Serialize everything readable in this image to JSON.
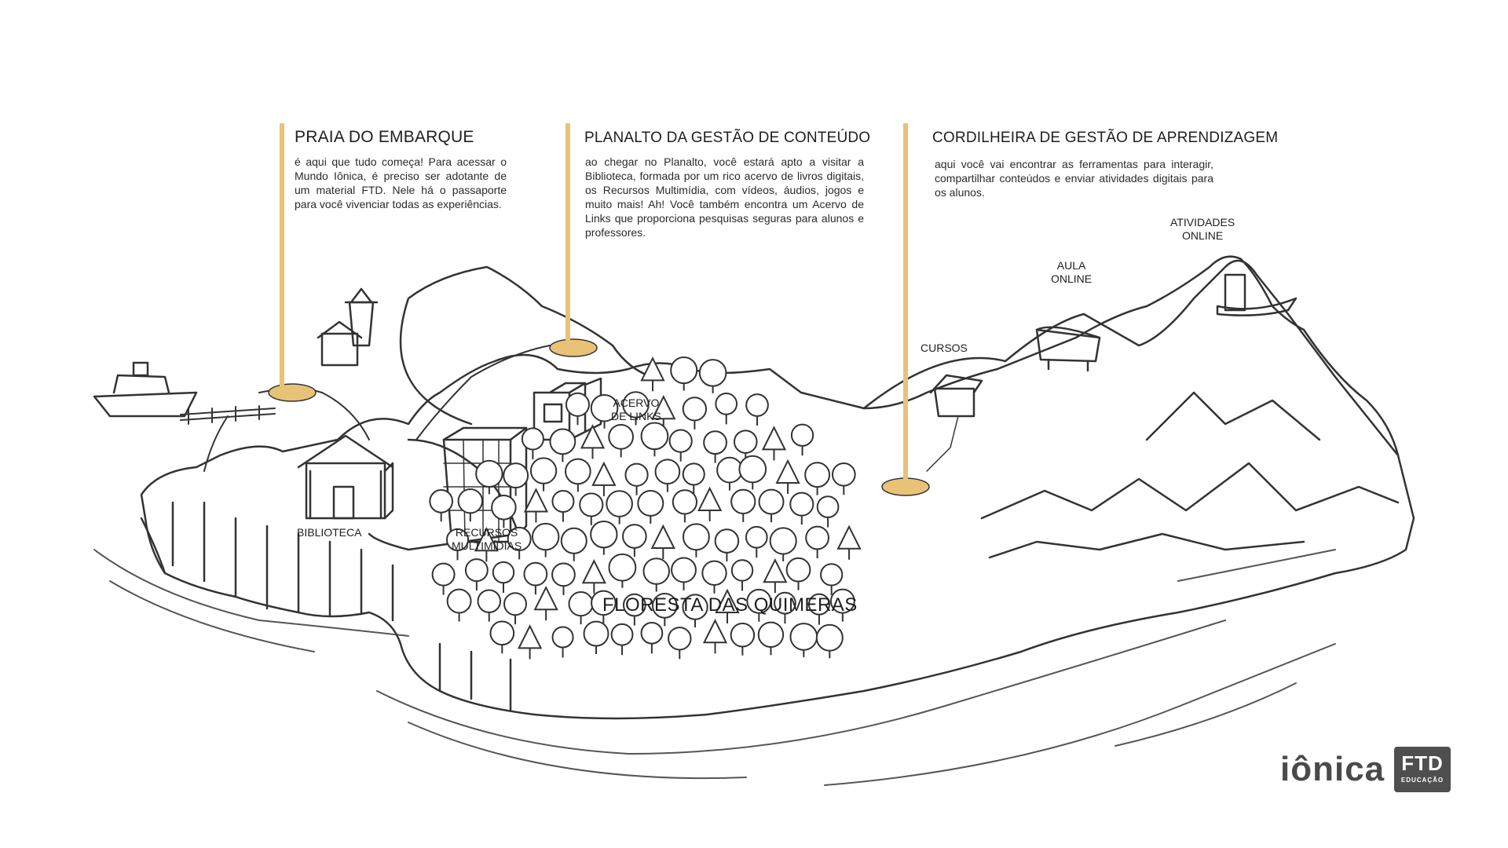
{
  "sections": [
    {
      "title": "PRAIA DO EMBARQUE",
      "text": "é aqui que tudo começa! Para acessar o Mundo Iônica, é preciso ser adotante de um material FTD. Nele há o passaporte para você vivenciar todas as experiências."
    },
    {
      "title": "PLANALTO DA GESTÃO DE CONTEÚDO",
      "text": "ao chegar no Planalto, você estará apto a visitar a Biblioteca, formada por um rico acervo de livros digitais, os Recursos Multimídia, com vídeos, áudios, jogos e muito mais! Ah! Você também encontra um Acervo de Links que proporciona pesquisas seguras para alunos e professores."
    },
    {
      "title": "CORDILHEIRA DE GESTÃO DE APRENDIZAGEM",
      "text": "aqui você vai encontrar as ferramentas para interagir, compartilhar conteúdos e enviar atividades digitais para os alunos."
    }
  ],
  "map_labels": {
    "biblioteca": "BIBLIOTECA",
    "recursos_l1": "RECURSOS",
    "recursos_l2": "MULTIMÍDIAS",
    "acervo_l1": "ACERVO",
    "acervo_l2": "DE LINKS",
    "cursos": "CURSOS",
    "aula_l1": "AULA",
    "aula_l2": "ONLINE",
    "atividades_l1": "ATIVIDADES",
    "atividades_l2": "ONLINE",
    "floresta": "FLORESTA DAS QUIMERAS"
  },
  "logo": {
    "ionica": "iônica",
    "ftd": "FTD",
    "ftd_sub": "EDUCAÇÃO"
  },
  "colors": {
    "accent": "#e8c277",
    "ink": "#333333",
    "logo_gray": "#4f4f4f"
  }
}
